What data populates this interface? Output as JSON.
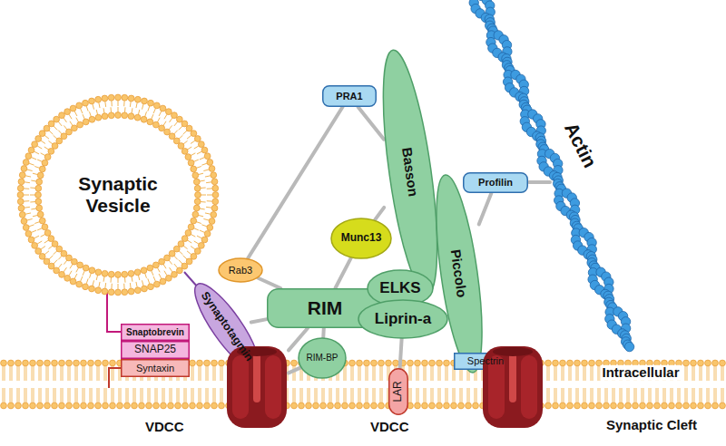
{
  "diagram": {
    "nodes": [
      {
        "text": [
          "Synaptic Vesicle"
        ]
      },
      {
        "text": [
          "PRA1"
        ]
      },
      {
        "text": [
          "Basson"
        ]
      },
      {
        "text": [
          "Profilin"
        ]
      },
      {
        "text": [
          "Munc13"
        ]
      },
      {
        "text": [
          "Piccolo"
        ]
      },
      {
        "text": [
          "Rab3"
        ]
      },
      {
        "text": [
          "RIM"
        ]
      },
      {
        "text": [
          "ELKS"
        ]
      },
      {
        "text": [
          "Liprin-a"
        ]
      },
      {
        "text": [
          "Synaptotagmin"
        ]
      },
      {
        "text": [
          "Snaptobrevin"
        ]
      },
      {
        "text": [
          "SNAP25"
        ]
      },
      {
        "text": [
          "Syntaxin"
        ]
      },
      {
        "text": [
          "RIM-BP"
        ]
      },
      {
        "text": [
          "Spectrin"
        ]
      },
      {
        "text": [
          "LAR"
        ]
      },
      {
        "text": [
          "VDCC"
        ]
      },
      {
        "text": [
          "VDCC"
        ]
      }
    ],
    "edges": [
      {
        "from": 6,
        "to": 1,
        "arrow": "none"
      },
      {
        "from": 1,
        "to": 2,
        "arrow": "none"
      },
      {
        "from": 6,
        "to": 7,
        "arrow": "none"
      },
      {
        "from": 7,
        "to": 10,
        "arrow": "none"
      },
      {
        "from": 7,
        "to": 17,
        "arrow": "none"
      },
      {
        "from": 7,
        "to": 14,
        "arrow": "none"
      },
      {
        "from": 14,
        "to": 17,
        "arrow": "none"
      },
      {
        "from": 7,
        "to": 4,
        "arrow": "none"
      },
      {
        "from": 4,
        "to": 2,
        "arrow": "none"
      },
      {
        "from": 3,
        "to": 5,
        "arrow": "none"
      },
      {
        "from": 9,
        "to": 16,
        "arrow": "none"
      }
    ],
    "labels": [
      "Actin",
      "Intracellular",
      "Synaptic Cleft"
    ]
  }
}
